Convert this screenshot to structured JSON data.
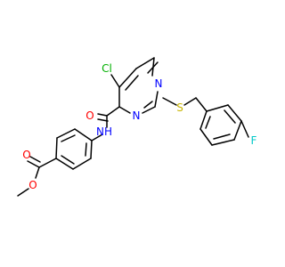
{
  "molecule": {
    "atoms": [
      {
        "id": "Cl1",
        "label": "Cl",
        "color": "#00b000"
      },
      {
        "id": "N1",
        "label": "N",
        "color": "#0000ff"
      },
      {
        "id": "N2",
        "label": "N",
        "color": "#0000ff"
      },
      {
        "id": "S1",
        "label": "S",
        "color": "#c8b400"
      },
      {
        "id": "F1",
        "label": "F",
        "color": "#00c8c8"
      },
      {
        "id": "O1",
        "label": "O",
        "color": "#ff0000"
      },
      {
        "id": "NH",
        "label": "NH",
        "color": "#0000ff"
      },
      {
        "id": "O2",
        "label": "O",
        "color": "#ff0000"
      },
      {
        "id": "O3",
        "label": "O",
        "color": "#ff0000"
      }
    ],
    "bond_color": "#000000"
  }
}
